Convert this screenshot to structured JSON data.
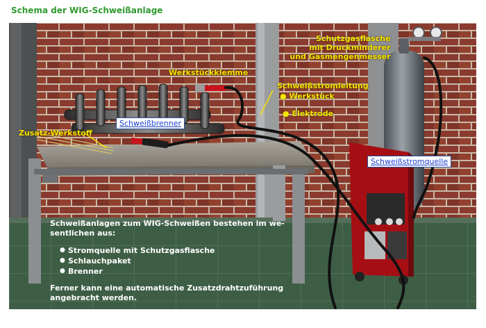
{
  "title": "Schema der WIG-Schweißanlage",
  "labels": {
    "workpiece_clamp": "Werkstückklemme",
    "filler_material": "Zusatz-Werkstoff",
    "gas_bottle_line1": "Schutzgasflasche",
    "gas_bottle_line2": "mit Druckminderer",
    "gas_bottle_line3": "und Gasmengenmesser",
    "current_line": "Schweißstromleitung",
    "current_line_items": [
      "Werkstück",
      "Elektrode"
    ]
  },
  "links": {
    "torch": "Schweißbrenner",
    "power_source": "Schweißstromquelle"
  },
  "info": {
    "intro_line1": "Schweißanlagen zum WIG-Schweißen bestehen im we-",
    "intro_line2": "sentlichen aus:",
    "items": [
      "Stromquelle mit Schutzgasflasche",
      "Schlauchpaket",
      "Brenner"
    ],
    "outro_line1": "Ferner kann eine automatische Zusatzdrahtzuführung",
    "outro_line2": "angebracht werden."
  },
  "colors": {
    "brick": "#8a3a2e",
    "mortar": "#c9b9a8",
    "floor": "#3d5e45",
    "table_top": "#8e8a82",
    "power_source": "#c8141a",
    "label_yellow": "#f5e400",
    "title_green": "#2e9a2e"
  }
}
